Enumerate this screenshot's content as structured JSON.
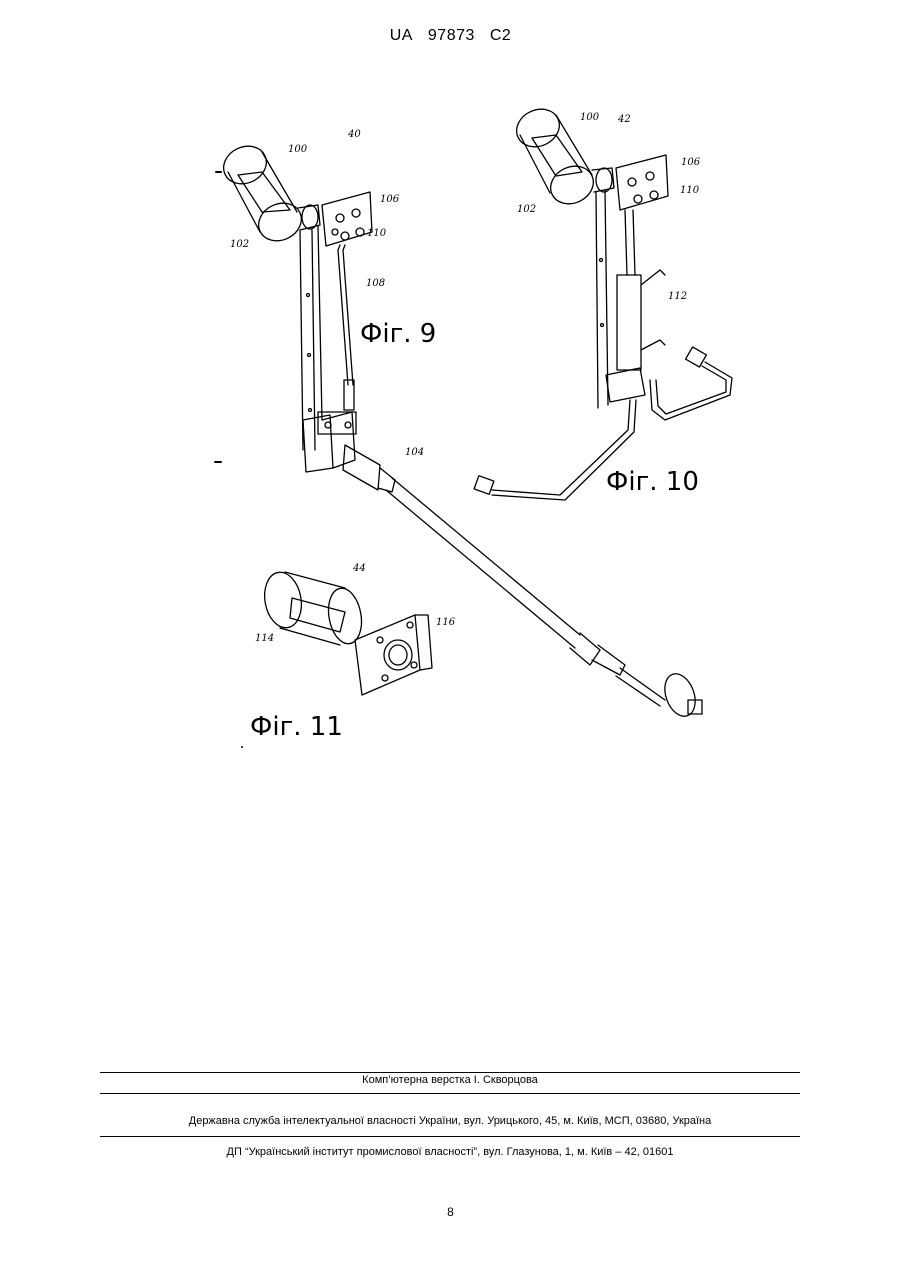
{
  "header": {
    "country": "UA",
    "number": "97873",
    "kind": "C2"
  },
  "figures": {
    "fig9": {
      "label": "Фіг. 9",
      "refs": {
        "r40": "40",
        "r100": "100",
        "r102": "102",
        "r106": "106",
        "r110": "110",
        "r108": "108",
        "r104": "104"
      }
    },
    "fig10": {
      "label": "Фіг. 10",
      "refs": {
        "r42": "42",
        "r100": "100",
        "r102": "102",
        "r106": "106",
        "r110": "110",
        "r112": "112"
      }
    },
    "fig11": {
      "label": "Фіг. 11",
      "refs": {
        "r44": "44",
        "r114": "114",
        "r116": "116"
      }
    }
  },
  "footer": {
    "layout": "Комп’ютерна верстка І. Скворцова",
    "office": "Державна служба інтелектуальної власності України, вул. Урицького, 45, м. Київ, МСП, 03680, Україна",
    "institute": "ДП “Український інститут промислової власності”, вул. Глазунова, 1, м. Київ – 42, 01601"
  },
  "page_number": "8"
}
